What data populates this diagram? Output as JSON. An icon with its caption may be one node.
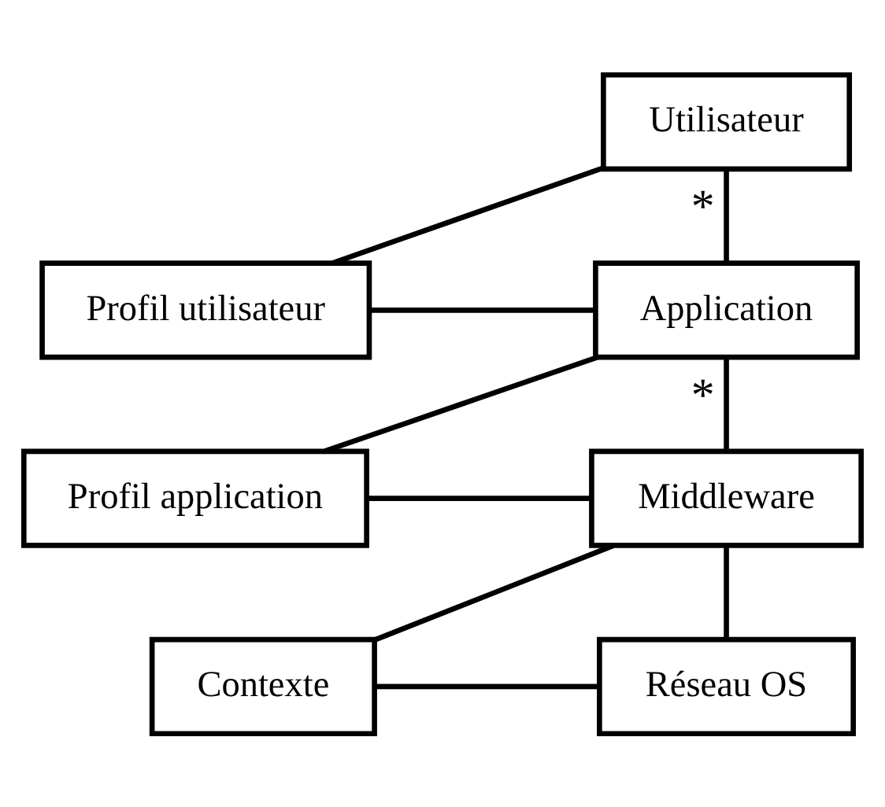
{
  "diagram": {
    "nodes": [
      {
        "text": [
          "Utilisateur"
        ]
      },
      {
        "text": [
          "Profil utilisateur"
        ]
      },
      {
        "text": [
          "Application"
        ]
      },
      {
        "text": [
          "Profil application"
        ]
      },
      {
        "text": [
          "Middleware"
        ]
      },
      {
        "text": [
          "Contexte"
        ]
      },
      {
        "text": [
          "Réseau OS"
        ]
      }
    ],
    "edges": [
      {
        "from": 0,
        "to": 2,
        "arrow": "none",
        "label": "*"
      },
      {
        "from": 0,
        "to": 1,
        "arrow": "none"
      },
      {
        "from": 2,
        "to": 1,
        "arrow": "none"
      },
      {
        "from": 2,
        "to": 4,
        "arrow": "none",
        "label": "*"
      },
      {
        "from": 2,
        "to": 3,
        "arrow": "none"
      },
      {
        "from": 4,
        "to": 3,
        "arrow": "none"
      },
      {
        "from": 4,
        "to": 6,
        "arrow": "none"
      },
      {
        "from": 4,
        "to": 5,
        "arrow": "none"
      },
      {
        "from": 6,
        "to": 5,
        "arrow": "none"
      }
    ]
  }
}
